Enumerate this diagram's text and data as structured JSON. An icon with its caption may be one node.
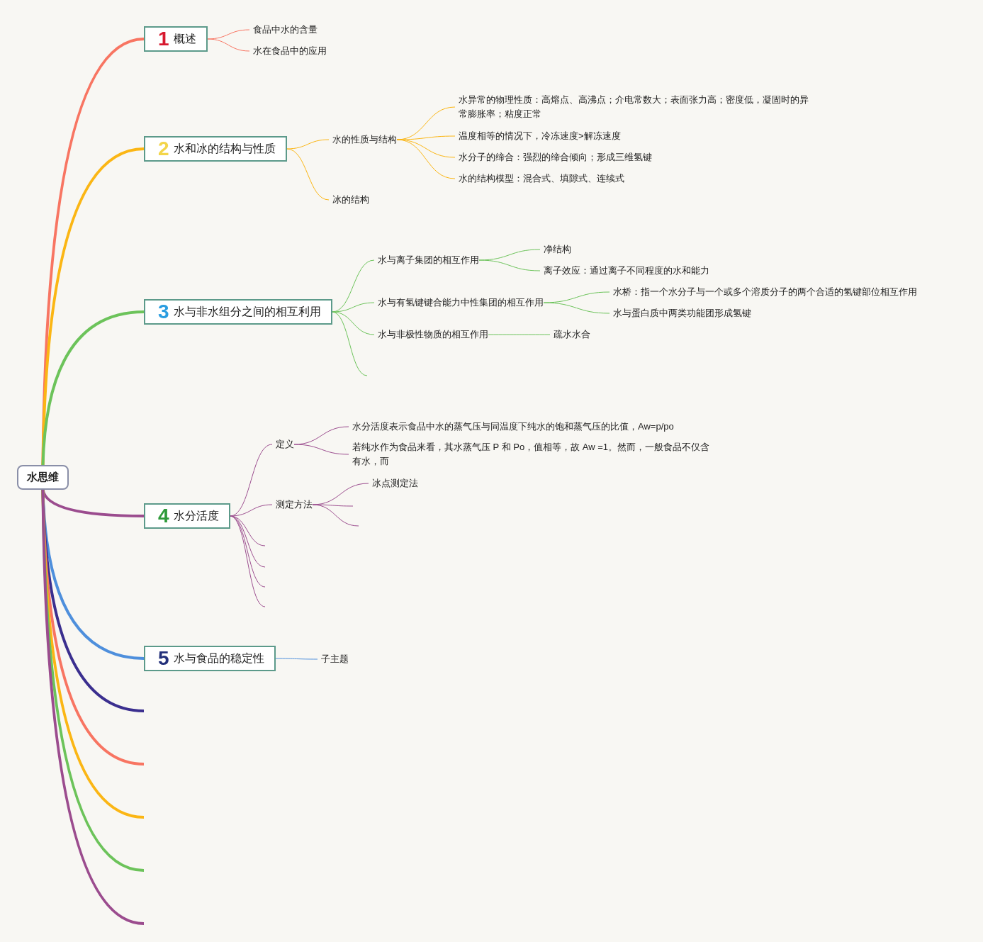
{
  "diagram": {
    "nodes": [
      {
        "text": [
          "水思维"
        ]
      },
      {
        "text": [
          "1",
          "概述"
        ]
      },
      {
        "text": [
          "食品中水的含量"
        ]
      },
      {
        "text": [
          "水在食品中的应用"
        ]
      },
      {
        "text": [
          "2",
          "水和冰的结构与性质"
        ]
      },
      {
        "text": [
          "水的性质与结构"
        ]
      },
      {
        "text": [
          "水异常的物理性质：高熔点、高沸点；介电常数大；表面张力高；密度低，凝固时的异常膨胀率；粘度正常"
        ]
      },
      {
        "text": [
          "温度相等的情况下，冷冻速度>解冻速度"
        ]
      },
      {
        "text": [
          "水分子的缔合：强烈的缔合倾向；形成三维氢键"
        ]
      },
      {
        "text": [
          "水的结构模型：混合式、填隙式、连续式"
        ]
      },
      {
        "text": [
          "冰的结构"
        ]
      },
      {
        "text": [
          "3",
          "水与非水组分之间的相互利用"
        ]
      },
      {
        "text": [
          "水与离子集团的相互作用"
        ]
      },
      {
        "text": [
          "净结构"
        ]
      },
      {
        "text": [
          "离子效应：通过离子不同程度的水和能力"
        ]
      },
      {
        "text": [
          "水与有氢键键合能力中性集团的相互作用"
        ]
      },
      {
        "text": [
          "水桥：指一个水分子与一个或多个溶质分子的两个合适的氢键部位相互作用"
        ]
      },
      {
        "text": [
          "水与蛋白质中两类功能团形成氢键"
        ]
      },
      {
        "text": [
          "水与非极性物质的相互作用"
        ]
      },
      {
        "text": [
          "疏水水合"
        ]
      },
      {
        "text": [
          "4",
          "水分活度"
        ]
      },
      {
        "text": [
          "定义"
        ]
      },
      {
        "text": [
          "水分活度表示食品中水的蒸气压与同温度下纯水的饱和蒸气压的比值，Aw=p/po"
        ]
      },
      {
        "text": [
          "若纯水作为食品来看，其水蒸气压 P 和 Po，值相等，故 Aw =1。然而，一般食品不仅含有水，而"
        ]
      },
      {
        "text": [
          "测定方法"
        ]
      },
      {
        "text": [
          "冰点测定法"
        ]
      },
      {
        "text": [
          "5",
          "水与食品的稳定性"
        ]
      },
      {
        "text": [
          "子主题"
        ]
      }
    ],
    "edges": [
      {
        "from": 0,
        "to": 1,
        "arrow": "none",
        "style": "thick",
        "color": "#f87562"
      },
      {
        "from": 0,
        "to": 4,
        "arrow": "none",
        "style": "thick",
        "color": "#fbb614"
      },
      {
        "from": 0,
        "to": 11,
        "arrow": "none",
        "style": "thick",
        "color": "#6cc35a"
      },
      {
        "from": 0,
        "to": 20,
        "arrow": "none",
        "style": "thick",
        "color": "#9b4c8e"
      },
      {
        "from": 0,
        "to": 26,
        "arrow": "none",
        "style": "thick",
        "color": "#4e8fdc"
      },
      {
        "from": 0,
        "to": null,
        "arrow": "none",
        "style": "thick",
        "color": "#3b2f8f"
      },
      {
        "from": 0,
        "to": null,
        "arrow": "none",
        "style": "thick",
        "color": "#f87562"
      },
      {
        "from": 0,
        "to": null,
        "arrow": "none",
        "style": "thick",
        "color": "#fbb614"
      },
      {
        "from": 0,
        "to": null,
        "arrow": "none",
        "style": "thick",
        "color": "#6cc35a"
      },
      {
        "from": 0,
        "to": null,
        "arrow": "none",
        "style": "thick",
        "color": "#9b4c8e"
      },
      {
        "from": 1,
        "to": 2,
        "arrow": "none",
        "color": "#f87562"
      },
      {
        "from": 1,
        "to": 3,
        "arrow": "none",
        "color": "#f87562"
      },
      {
        "from": 4,
        "to": 5,
        "arrow": "none",
        "color": "#fbb614"
      },
      {
        "from": 4,
        "to": 10,
        "arrow": "none",
        "color": "#fbb614"
      },
      {
        "from": 5,
        "to": 6,
        "arrow": "none",
        "color": "#fbb614"
      },
      {
        "from": 5,
        "to": 7,
        "arrow": "none",
        "color": "#fbb614"
      },
      {
        "from": 5,
        "to": 8,
        "arrow": "none",
        "color": "#fbb614"
      },
      {
        "from": 5,
        "to": 9,
        "arrow": "none",
        "color": "#fbb614"
      },
      {
        "from": 11,
        "to": 12,
        "arrow": "none",
        "color": "#6cc35a"
      },
      {
        "from": 11,
        "to": 15,
        "arrow": "none",
        "color": "#6cc35a"
      },
      {
        "from": 11,
        "to": 18,
        "arrow": "none",
        "color": "#6cc35a"
      },
      {
        "from": 11,
        "to": null,
        "arrow": "none",
        "color": "#6cc35a"
      },
      {
        "from": 12,
        "to": 13,
        "arrow": "none",
        "color": "#6cc35a"
      },
      {
        "from": 12,
        "to": 14,
        "arrow": "none",
        "color": "#6cc35a"
      },
      {
        "from": 15,
        "to": 16,
        "arrow": "none",
        "color": "#6cc35a"
      },
      {
        "from": 15,
        "to": 17,
        "arrow": "none",
        "color": "#6cc35a"
      },
      {
        "from": 18,
        "to": 19,
        "arrow": "none",
        "color": "#6cc35a"
      },
      {
        "from": 20,
        "to": 21,
        "arrow": "none",
        "color": "#9b4c8e"
      },
      {
        "from": 20,
        "to": 24,
        "arrow": "none",
        "color": "#9b4c8e"
      },
      {
        "from": 20,
        "to": null,
        "arrow": "none",
        "color": "#9b4c8e"
      },
      {
        "from": 20,
        "to": null,
        "arrow": "none",
        "color": "#9b4c8e"
      },
      {
        "from": 20,
        "to": null,
        "arrow": "none",
        "color": "#9b4c8e"
      },
      {
        "from": 20,
        "to": null,
        "arrow": "none",
        "color": "#9b4c8e"
      },
      {
        "from": 21,
        "to": 22,
        "arrow": "none",
        "color": "#9b4c8e"
      },
      {
        "from": 21,
        "to": 23,
        "arrow": "none",
        "color": "#9b4c8e"
      },
      {
        "from": 24,
        "to": 25,
        "arrow": "none",
        "color": "#9b4c8e"
      },
      {
        "from": 24,
        "to": null,
        "arrow": "none",
        "color": "#9b4c8e"
      },
      {
        "from": 24,
        "to": null,
        "arrow": "none",
        "color": "#9b4c8e"
      },
      {
        "from": 26,
        "to": 27,
        "arrow": "none",
        "color": "#4e8fdc"
      }
    ]
  }
}
